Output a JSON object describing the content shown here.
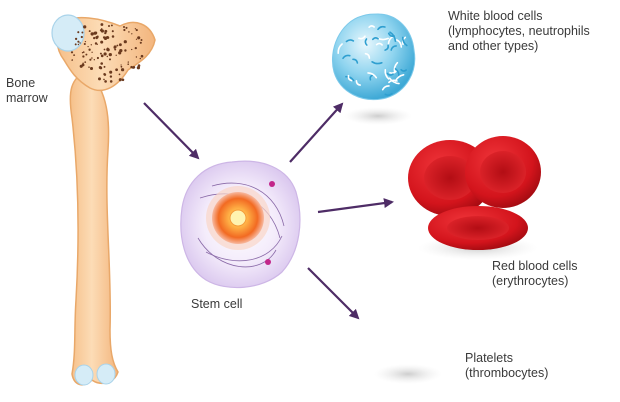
{
  "labels": {
    "bone_marrow": [
      "Bone",
      "marrow"
    ],
    "stem_cell": "Stem cell",
    "white_blood_cells": [
      "White blood cells",
      "(lymphocytes, neutrophils",
      "and other types)"
    ],
    "red_blood_cells": [
      "Red blood cells",
      "(erythrocytes)"
    ],
    "platelets": [
      "Platelets",
      "(thrombocytes)"
    ]
  },
  "colors": {
    "bone": "#f9d2a7",
    "marrow_dots": "#6b3a1e",
    "cartilage": "#d5ecf7",
    "arrow": "#4e2c66",
    "stem_cell_membrane": "#e9dcf5",
    "stem_cell_nucleus": "#f07a2a",
    "white_blood_cell": "#5ec0e4",
    "red_blood_cell": "#d3141c",
    "text": "#3a3a3a"
  }
}
